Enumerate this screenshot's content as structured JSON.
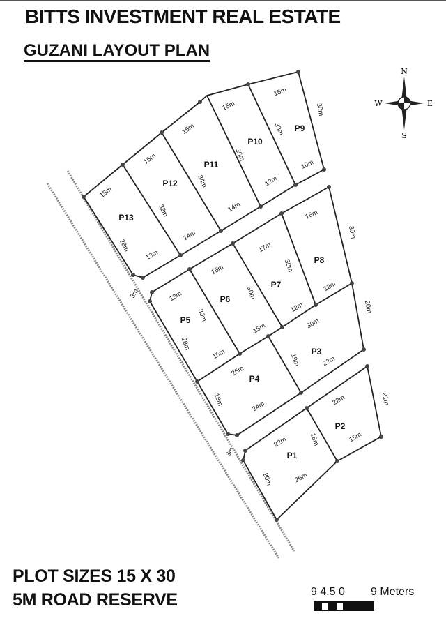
{
  "header": {
    "company": "BITTS INVESTMENT REAL ESTATE",
    "layout_name": "GUZANI LAYOUT PLAN"
  },
  "notes": {
    "plot_sizes": "PLOT SIZES 15 X 30",
    "road_reserve": "5M ROAD RESERVE"
  },
  "scale_bar": {
    "ticks": "9 4.5 0",
    "unit_label": "9 Meters"
  },
  "compass": {
    "n": "N",
    "s": "S",
    "e": "E",
    "w": "W"
  },
  "plots": [
    "P1",
    "P2",
    "P3",
    "P4",
    "P5",
    "P6",
    "P7",
    "P8",
    "P9",
    "P10",
    "P11",
    "P12",
    "P13"
  ],
  "dims": {
    "p13": [
      "15m",
      "28m",
      "13m"
    ],
    "p12": [
      "15m",
      "32m",
      "14m"
    ],
    "p11": [
      "15m",
      "34m",
      "14m"
    ],
    "p10": [
      "15m",
      "36m",
      "12m"
    ],
    "p9": [
      "15m",
      "33m",
      "10m",
      "30m"
    ],
    "p8": [
      "16m",
      "30m",
      "12m"
    ],
    "p7": [
      "17m",
      "30m",
      "12m"
    ],
    "p6": [
      "15m",
      "30m",
      "15m"
    ],
    "p5": [
      "13m",
      "30m",
      "28m",
      "15m"
    ],
    "p3": [
      "30m",
      "19m",
      "22m",
      "20m"
    ],
    "p4": [
      "25m",
      "18m",
      "24m"
    ],
    "p2": [
      "22m",
      "15m",
      "21m"
    ],
    "p1": [
      "22m",
      "18m",
      "20m",
      "25m"
    ],
    "road_gap": [
      "3m",
      "3m"
    ]
  },
  "colors": {
    "line": "#222222",
    "road": "#888888"
  }
}
